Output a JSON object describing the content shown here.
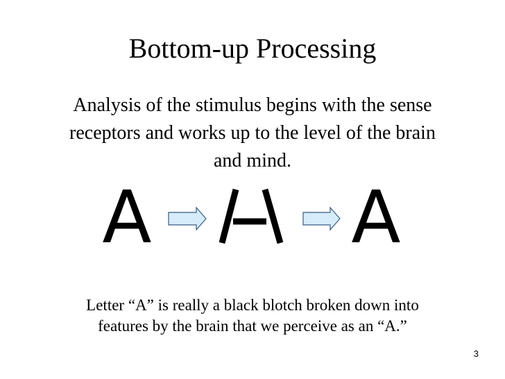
{
  "slide": {
    "title": "Bottom-up Processing",
    "body_line1": "Analysis of the stimulus begins with the sense",
    "body_line2": "receptors and works up to the level of the brain",
    "body_line3": "and mind.",
    "diagram": {
      "stage1_glyph": "A",
      "stage3_glyph": "A",
      "arrow_fill": "#d6ecfb",
      "arrow_stroke": "#3a5a80"
    },
    "caption_line1": "Letter “A” is really a black blotch broken down into",
    "caption_line2": "features by the brain that we perceive as an “A.”",
    "slide_number": "3"
  }
}
